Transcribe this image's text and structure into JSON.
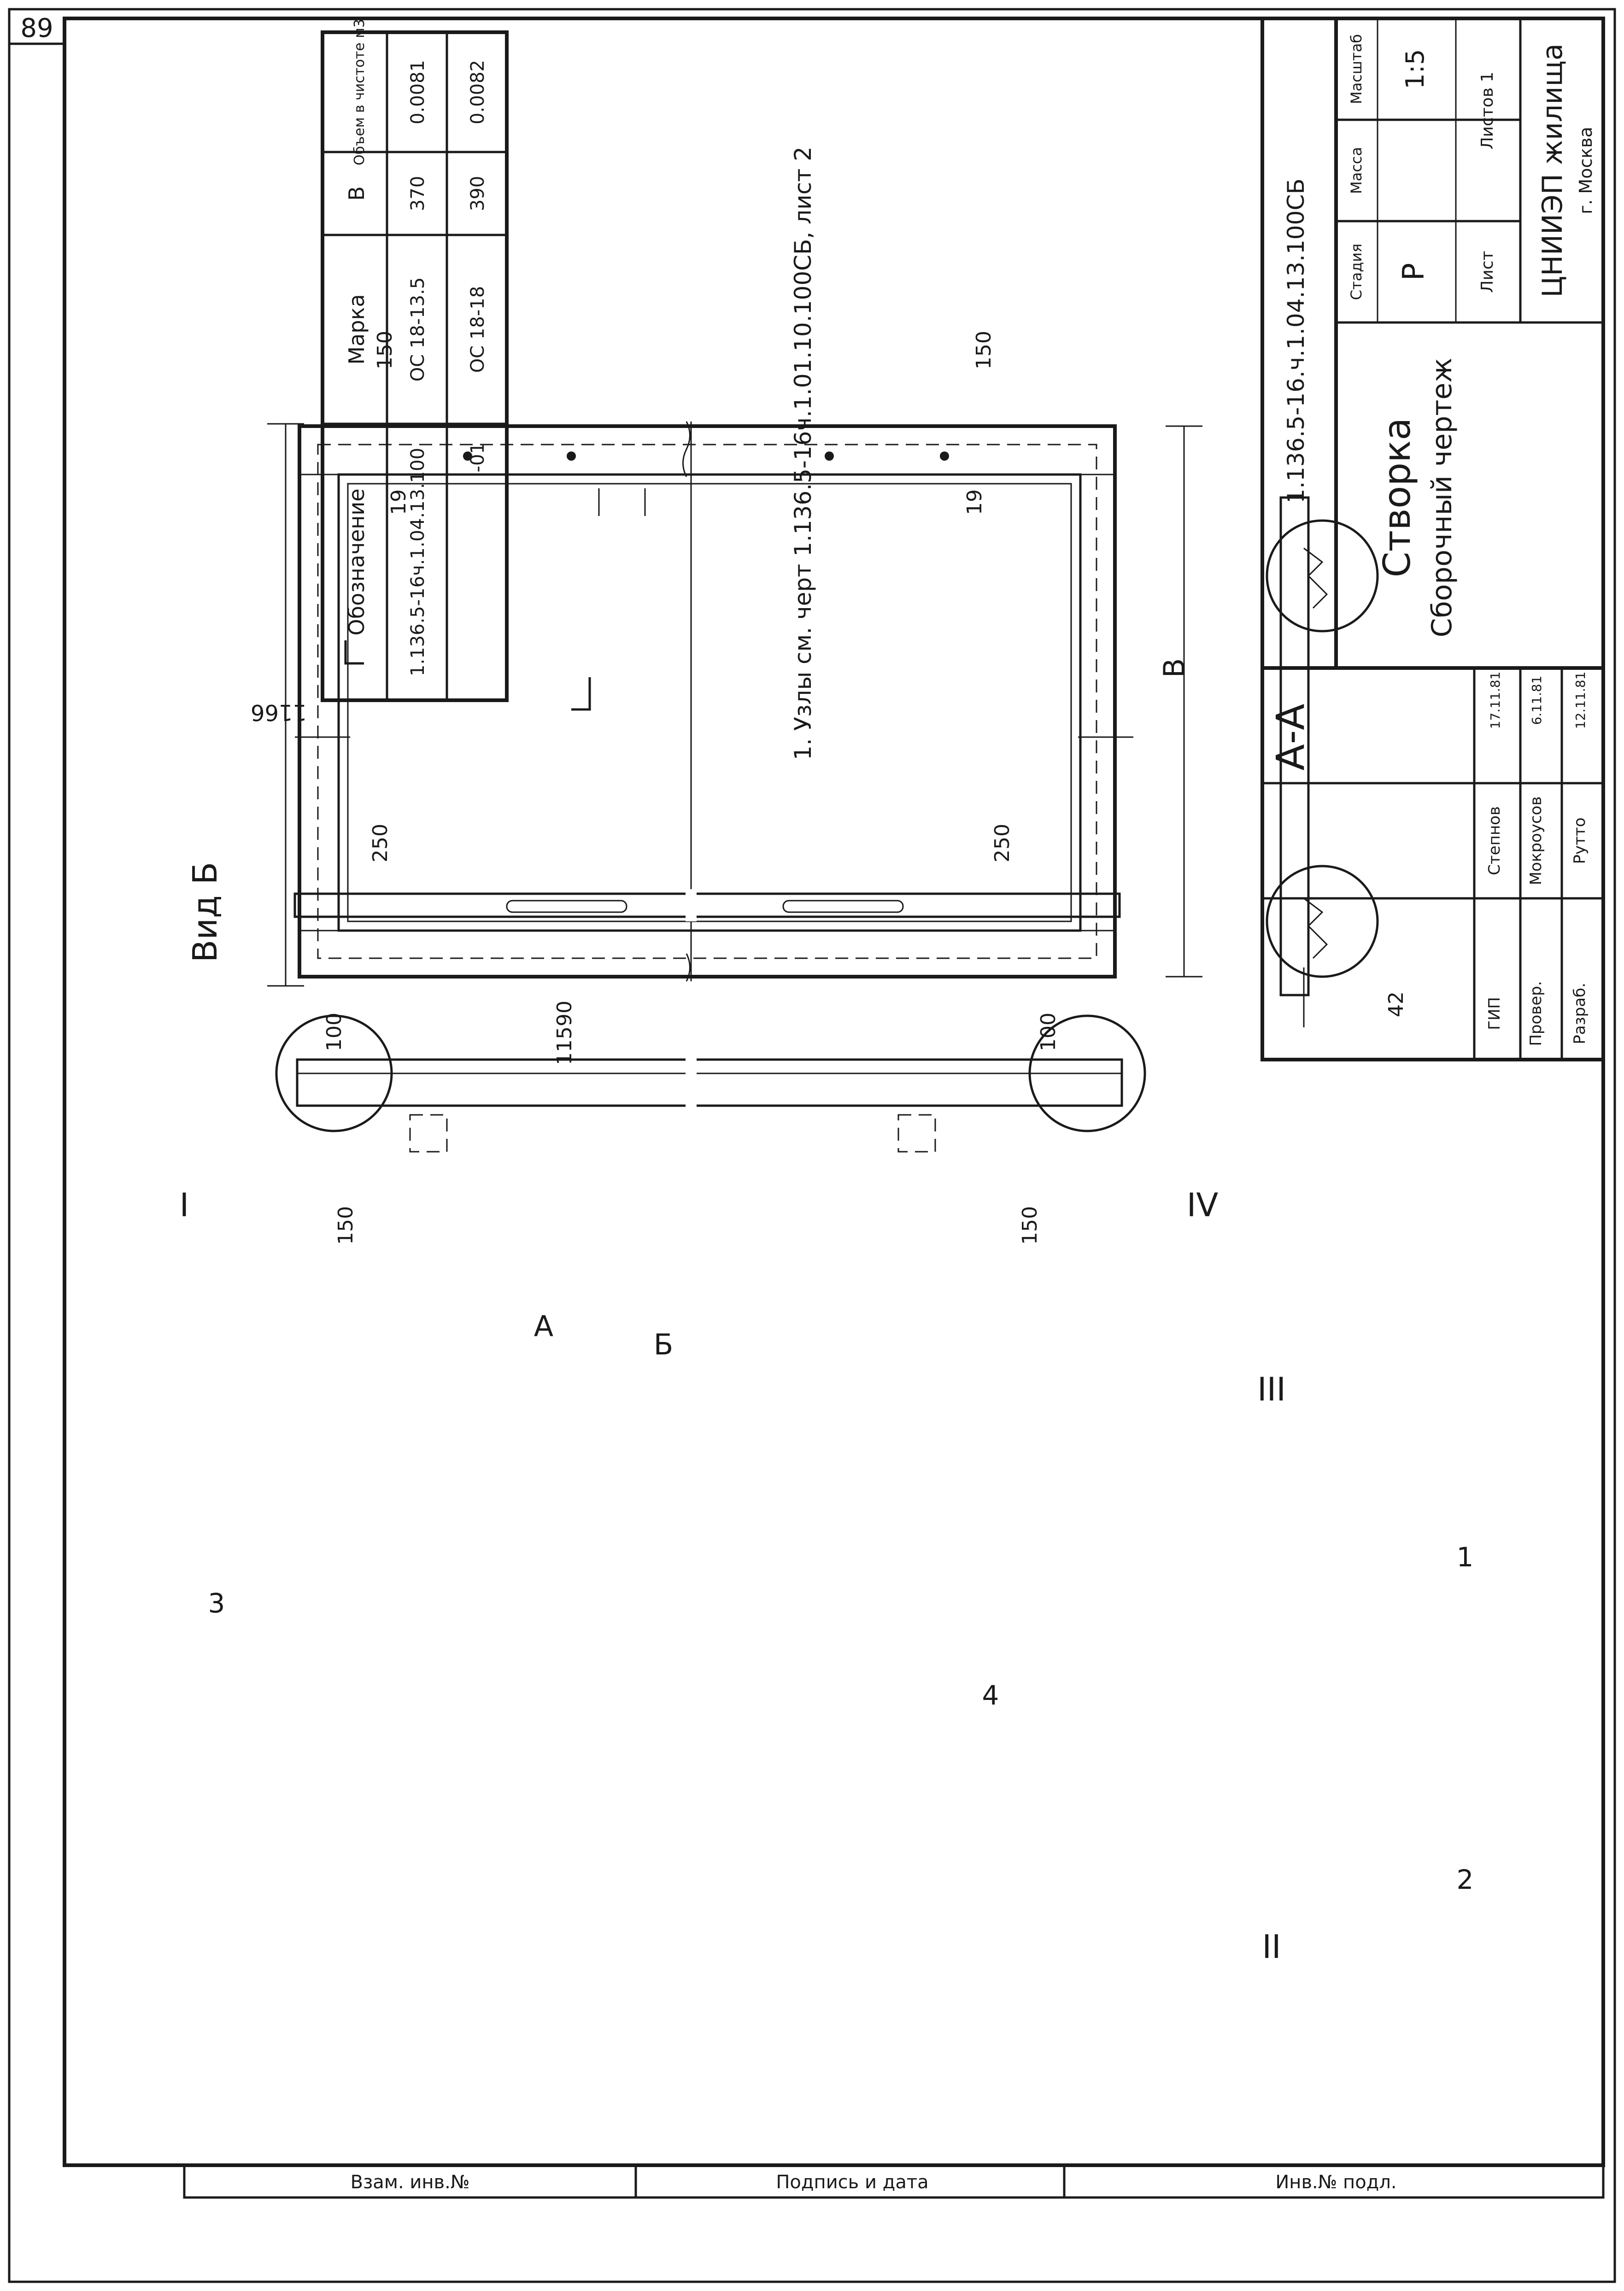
{
  "page_number": "89",
  "spec_table": {
    "headers": [
      "Обозначение",
      "Марка",
      "В",
      "Объем в чистоте м3"
    ],
    "rows": [
      {
        "designation": "1.136.5-16ч.1.04.13.100",
        "mark": "ОС 18-13.5",
        "b": "370",
        "volume": "0.0081"
      },
      {
        "designation": "-01",
        "mark": "ОС 18-18",
        "b": "390",
        "volume": "0.0082"
      }
    ]
  },
  "notes": [
    "1. Узлы см. черт 1.136.5-16ч.1.01.10.100СБ, лист 2"
  ],
  "views": {
    "section_title": "А-А",
    "view_b_title": "Вид Б"
  },
  "section_marks": {
    "a": "А",
    "b": "Б"
  },
  "callouts": [
    "I",
    "II",
    "III",
    "IV"
  ],
  "positions": [
    "1",
    "2",
    "3",
    "4"
  ],
  "dimensions": {
    "overall_height": "1166",
    "width_symbol": "В",
    "rail": "150",
    "offset": "19",
    "edge": "100",
    "view_b_slot": "90",
    "view_b_slot_outer": "115",
    "view_b_end": "250",
    "detail_depth": "42"
  },
  "title_block": {
    "code": "1.136.5-16.ч.1.04.13.100СБ",
    "name": "Створка",
    "subtitle": "Сборочный чертеж",
    "stage_label": "Стадия",
    "mass_label": "Масса",
    "scale_label": "Масштаб",
    "stage": "Р",
    "scale": "1:5",
    "sheet_label": "Лист",
    "sheets_label": "Листов 1",
    "org": "ЦНИИЭП жилища",
    "city": "г. Москва",
    "staff": [
      {
        "role": "ГИП",
        "name": "Степнов",
        "date": "17.11.81"
      },
      {
        "role": "Провер.",
        "name": "Мокроусов",
        "date": "6.11.81"
      },
      {
        "role": "Разраб.",
        "name": "Рутто",
        "date": "12.11.81"
      }
    ]
  },
  "margin_stamp": [
    "Инв.№ подл.",
    "Подпись и дата",
    "Взам. инв.№"
  ]
}
